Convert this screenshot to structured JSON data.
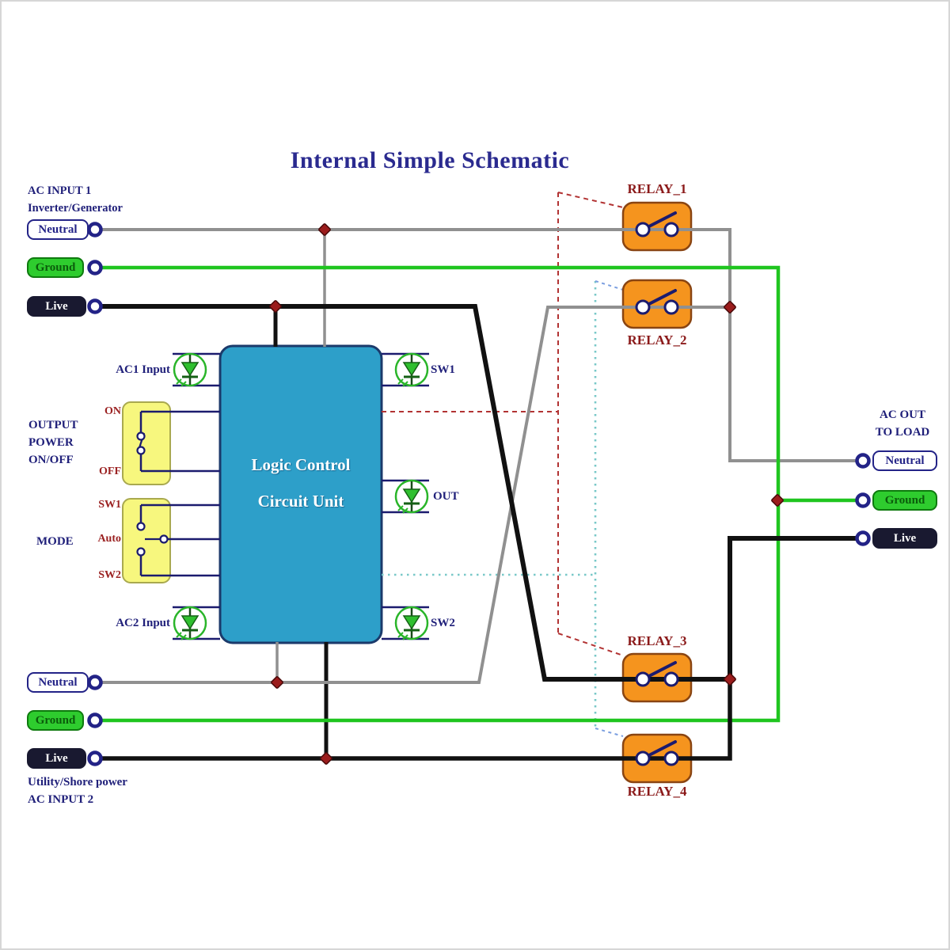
{
  "title": "Internal Simple Schematic",
  "ac_input1": {
    "line1": "AC INPUT 1",
    "line2": "Inverter/Generator",
    "neutral": "Neutral",
    "ground": "Ground",
    "live": "Live"
  },
  "ac_input2": {
    "line1": "Utility/Shore power",
    "line2": "AC INPUT 2",
    "neutral": "Neutral",
    "ground": "Ground",
    "live": "Live"
  },
  "ac_out": {
    "line1": "AC OUT",
    "line2": "TO LOAD",
    "neutral": "Neutral",
    "ground": "Ground",
    "live": "Live"
  },
  "control_unit": {
    "line1": "Logic Control",
    "line2": "Circuit Unit"
  },
  "leds": {
    "ac1_input": "AC1 Input",
    "sw1": "SW1",
    "out": "OUT",
    "sw2": "SW2",
    "ac2_input": "AC2 Input"
  },
  "power_switch": {
    "label1": "OUTPUT",
    "label2": "POWER",
    "label3": "ON/OFF",
    "on": "ON",
    "off": "OFF"
  },
  "mode_switch": {
    "label": "MODE",
    "sw1": "SW1",
    "auto": "Auto",
    "sw2": "SW2"
  },
  "relays": {
    "r1": "RELAY_1",
    "r2": "RELAY_2",
    "r3": "RELAY_3",
    "r4": "RELAY_4"
  },
  "colors": {
    "neutral_wire": "#909090",
    "ground_wire": "#1fc51f",
    "live_wire": "#111111",
    "relay_fill": "#f5941e",
    "unit_fill": "#2d9fc9",
    "control_line_red_dashed": "#b23333",
    "control_line_teal_dotted": "#79c8c8",
    "junction_dot": "#9b1c1c"
  }
}
